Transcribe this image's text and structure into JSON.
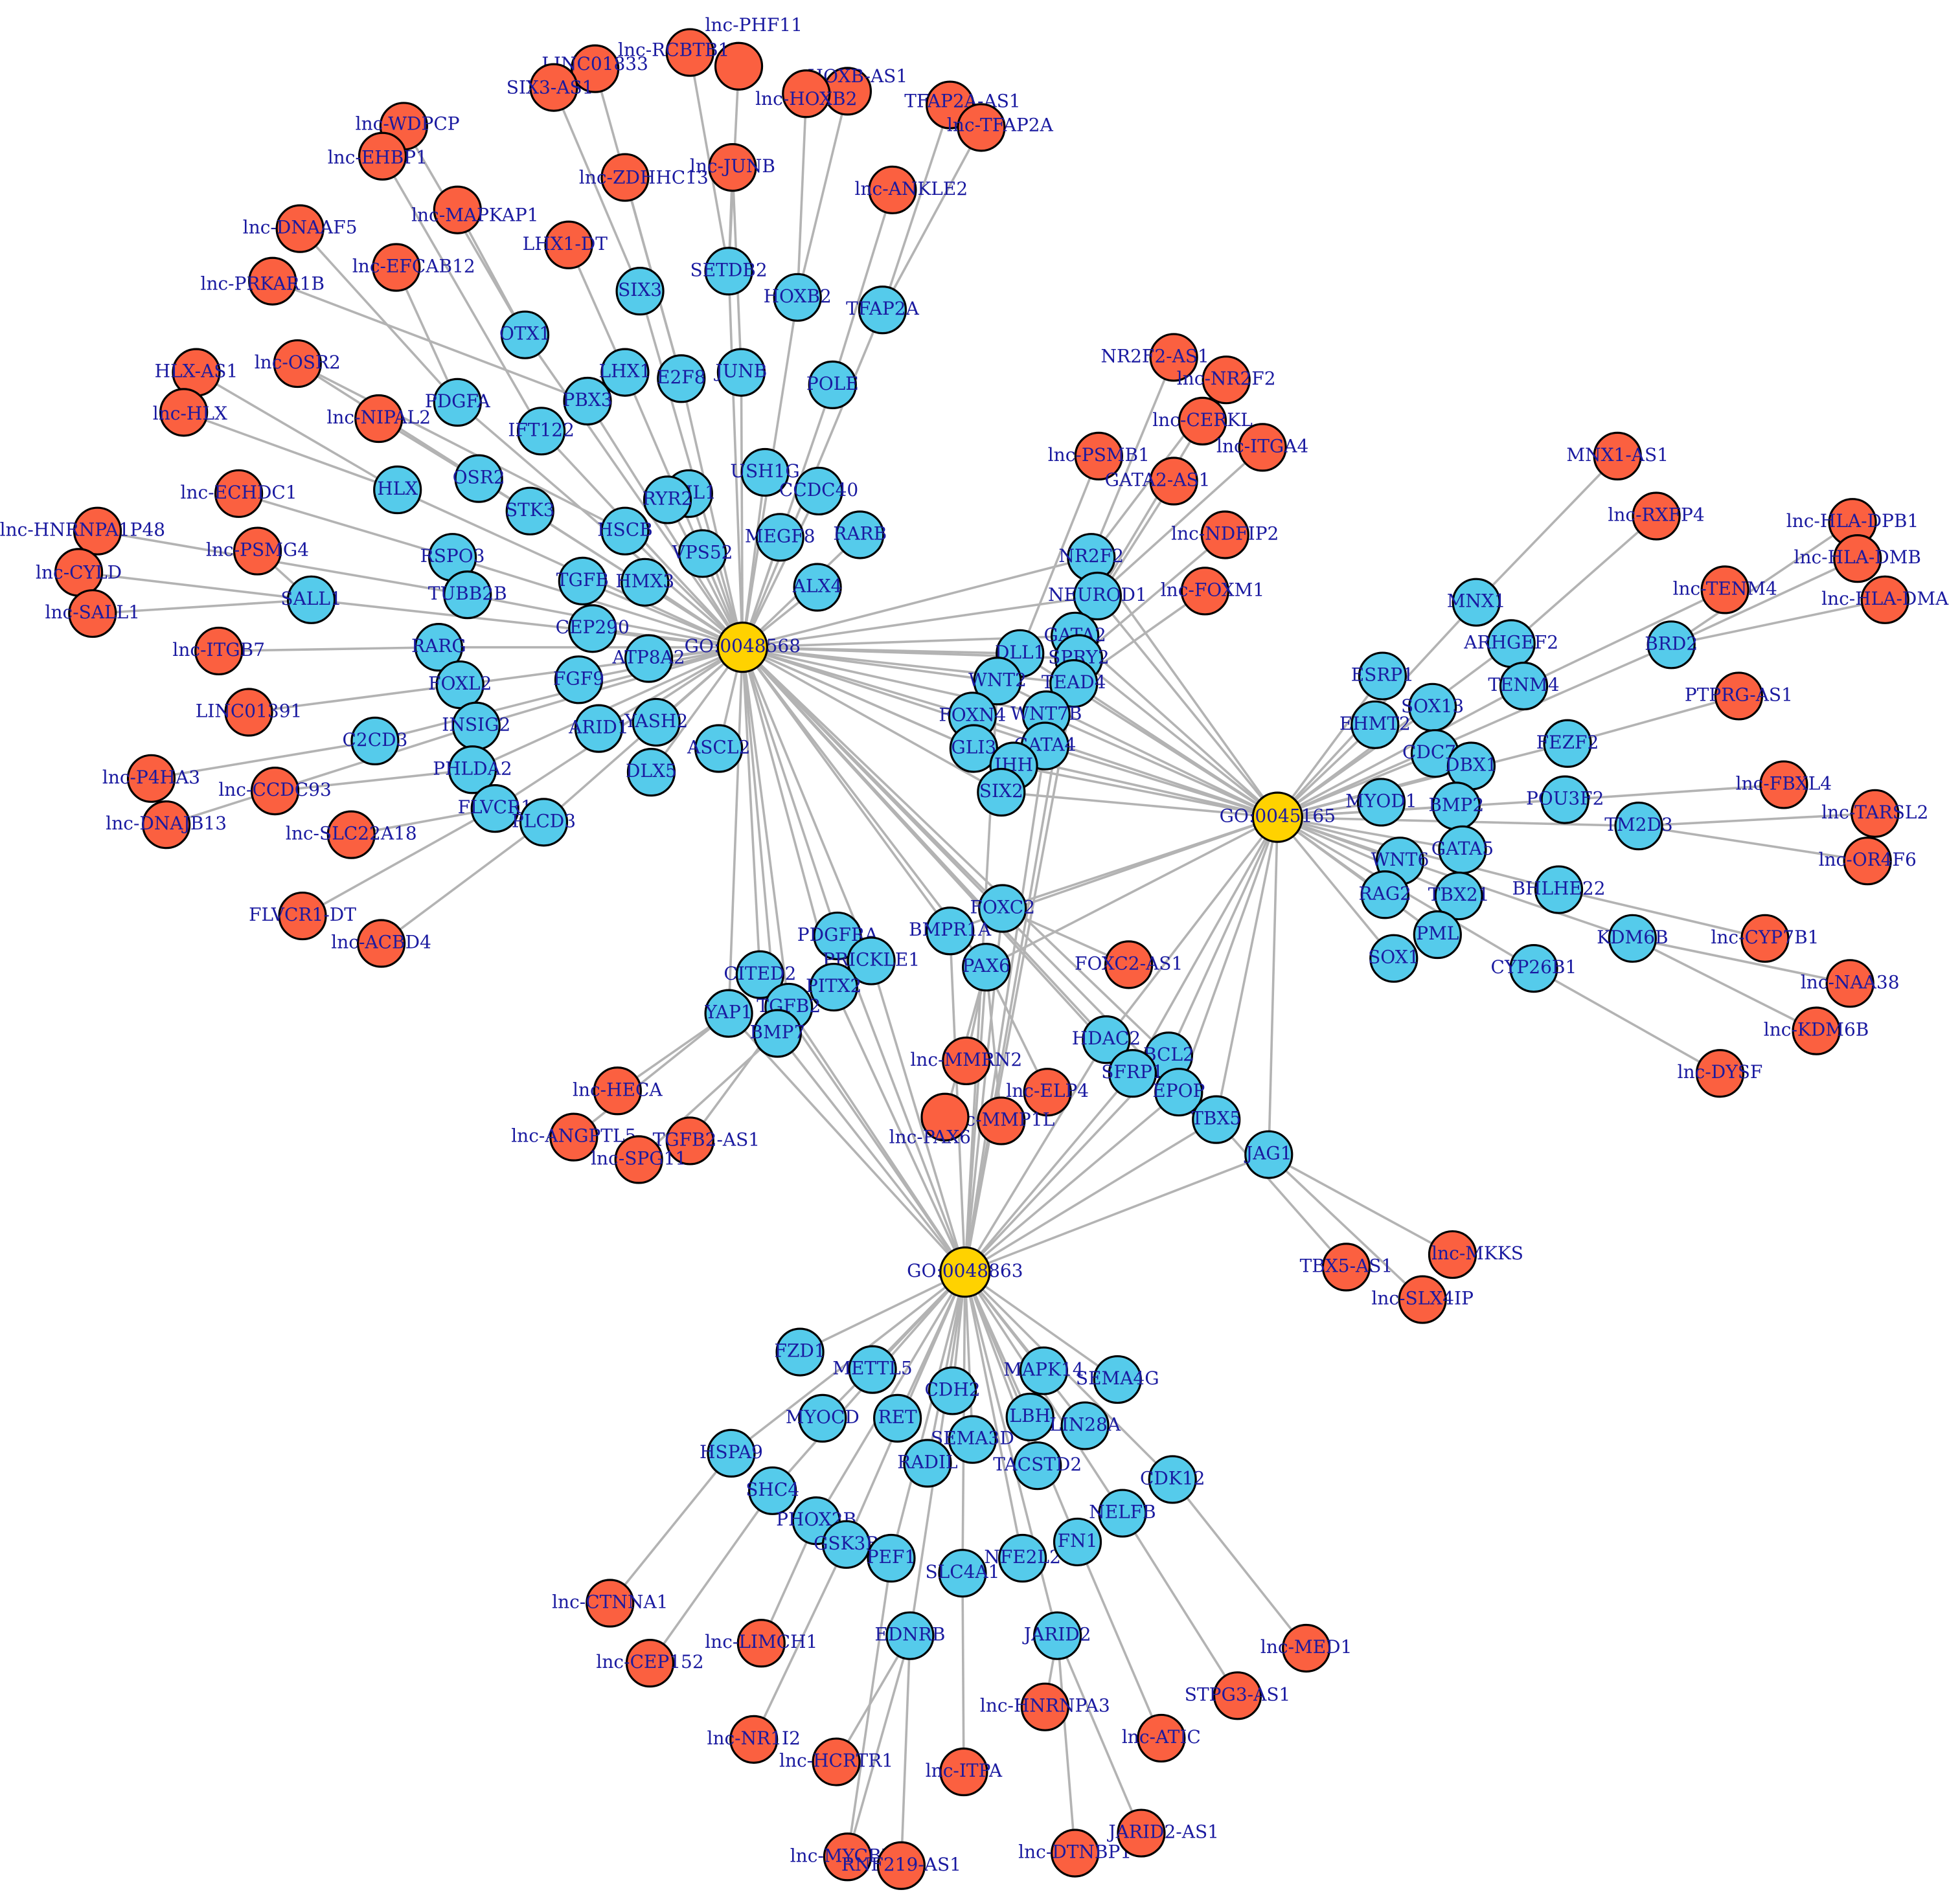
{
  "colors": {
    "go_term": "#ffd200",
    "mrna": "#55cbeb",
    "lncrna": "#fb6040",
    "edge": "#b3b3b3",
    "label": "#1a1aa0"
  },
  "go_terms": [
    "GO:0048568",
    "GO:0045165",
    "GO:0048863"
  ],
  "mrna_nodes": [
    "SIX3",
    "SETDB2",
    "HOXB2",
    "TFAP2A",
    "OTX1",
    "LHX1",
    "E2F8",
    "JUNB",
    "POLE",
    "PDGFA",
    "PBX3",
    "IFT122",
    "USH1G",
    "PPIL1",
    "CCDC40",
    "RYR2",
    "HLX",
    "OSR2",
    "STK3",
    "HSCB",
    "VPS52",
    "MEGF8",
    "RARB",
    "RSPO3",
    "TUBB2B",
    "TGFB",
    "HMX3",
    "ALX4",
    "SALL1",
    "CEP290",
    "RARG",
    "FGF9",
    "ATP8A2",
    "FOXL2",
    "INSIG2",
    "C2CD3",
    "ARID1",
    "YASH2",
    "ASCL2",
    "DLX5",
    "PHLDA2",
    "FLVCR1",
    "PLCD3",
    "NR2F2",
    "NEUROD1",
    "DLL1",
    "GATA2",
    "SPRY2",
    "TEAD4",
    "WNT2",
    "WNT7B",
    "FOXN4",
    "GATA4",
    "GLI3",
    "IHH",
    "SIX2",
    "MNX1",
    "ARHGEF2",
    "BRD2",
    "ESRP1",
    "SOX13",
    "TENM4",
    "EHMT2",
    "CDC73",
    "FEZF2",
    "DBX1",
    "MYOD1",
    "BMP2",
    "POU3F2",
    "TM2D3",
    "WNT6",
    "GATA5",
    "BHLHE22",
    "RAG2",
    "TBX21",
    "PML",
    "SOX1",
    "KDM6B",
    "CYP26B1",
    "FOXC2",
    "BMPR1A",
    "PAX6",
    "PDGFRA",
    "PRICKLE1",
    "CITED2",
    "PITX2",
    "YAP1",
    "TGFB2",
    "BMP7",
    "HDAC2",
    "BCL2",
    "SFRP1",
    "EPOP",
    "TBX5",
    "JAG1",
    "FZD1",
    "METTL5",
    "MAPK14",
    "SEMA4G",
    "CDH2",
    "MYOCD",
    "RET",
    "LBH",
    "LIN28A",
    "SEMA3D",
    "HSPA9",
    "RADIL",
    "TACSTD2",
    "CDK12",
    "SHC4",
    "NELFB",
    "PHOX2B",
    "GSK3B",
    "PEF1",
    "SLC4A1",
    "NFE2L2",
    "FN1",
    "EDNRB",
    "JARID2"
  ],
  "lncrna_nodes": [
    "lnc-PHF11",
    "lnc-RCBTB1",
    "LINC01833",
    "SIX3-AS1",
    "HOXB-AS1",
    "lnc-HOXB2",
    "TFAP2A-AS1",
    "lnc-TFAP2A",
    "lnc-WDPCP",
    "lnc-EHBP1",
    "lnc-ZDHHC13",
    "lnc-JUNB",
    "lnc-ANKLE2",
    "lnc-DNAAF5",
    "lnc-MAPKAP1",
    "LHX1-DT",
    "lnc-PRKAR1B",
    "lnc-EFCAB12",
    "HLX-AS1",
    "lnc-OSR2",
    "lnc-HLX",
    "lnc-NIPAL2",
    "lnc-ECHDC1",
    "lnc-HNRNPA1P48",
    "lnc-PSMG4",
    "lnc-CYLD",
    "lnc-SALL1",
    "lnc-ITGB7",
    "LINC01391",
    "lnc-P4HA3",
    "lnc-CCDC93",
    "lnc-DNAJB13",
    "lnc-SLC22A18",
    "FLVCR1-DT",
    "lnc-ACBD4",
    "NR2F2-AS1",
    "lnc-NR2F2",
    "lnc-CERKL",
    "lnc-ITGA4",
    "lnc-PSMB1",
    "GATA2-AS1",
    "lnc-NDFIP2",
    "lnc-FOXM1",
    "MNX1-AS1",
    "lnc-RXFP4",
    "lnc-HLA-DPB1",
    "lnc-HLA-DMB",
    "lnc-TENM4",
    "lnc-HLA-DMA",
    "PTPRG-AS1",
    "lnc-FBXL4",
    "lnc-TARSL2",
    "lnc-OR4F6",
    "lnc-CYP7B1",
    "lnc-NAA38",
    "lnc-KDM6B",
    "lnc-DYSF",
    "FOXC2-AS1",
    "lnc-MMRN2",
    "lnc-ELP4",
    "lnc-MMP1L",
    "lnc-PAX6",
    "lnc-HECA",
    "lnc-ANGPTL5",
    "TGFB2-AS1",
    "lnc-SPG11",
    "TBX5-AS1",
    "lnc-MKKS",
    "lnc-SLX4IP",
    "lnc-CTNNA1",
    "lnc-CEP152",
    "lnc-LIMCH1",
    "lnc-MED1",
    "STPG3-AS1",
    "lnc-NR1I2",
    "lnc-HNRNPA3",
    "lnc-ATIC",
    "lnc-HCRTR1",
    "lnc-ITPA",
    "lnc-MYCBP2",
    "RNF219-AS1",
    "lnc-DTNBP1",
    "JARID2-AS1"
  ]
}
